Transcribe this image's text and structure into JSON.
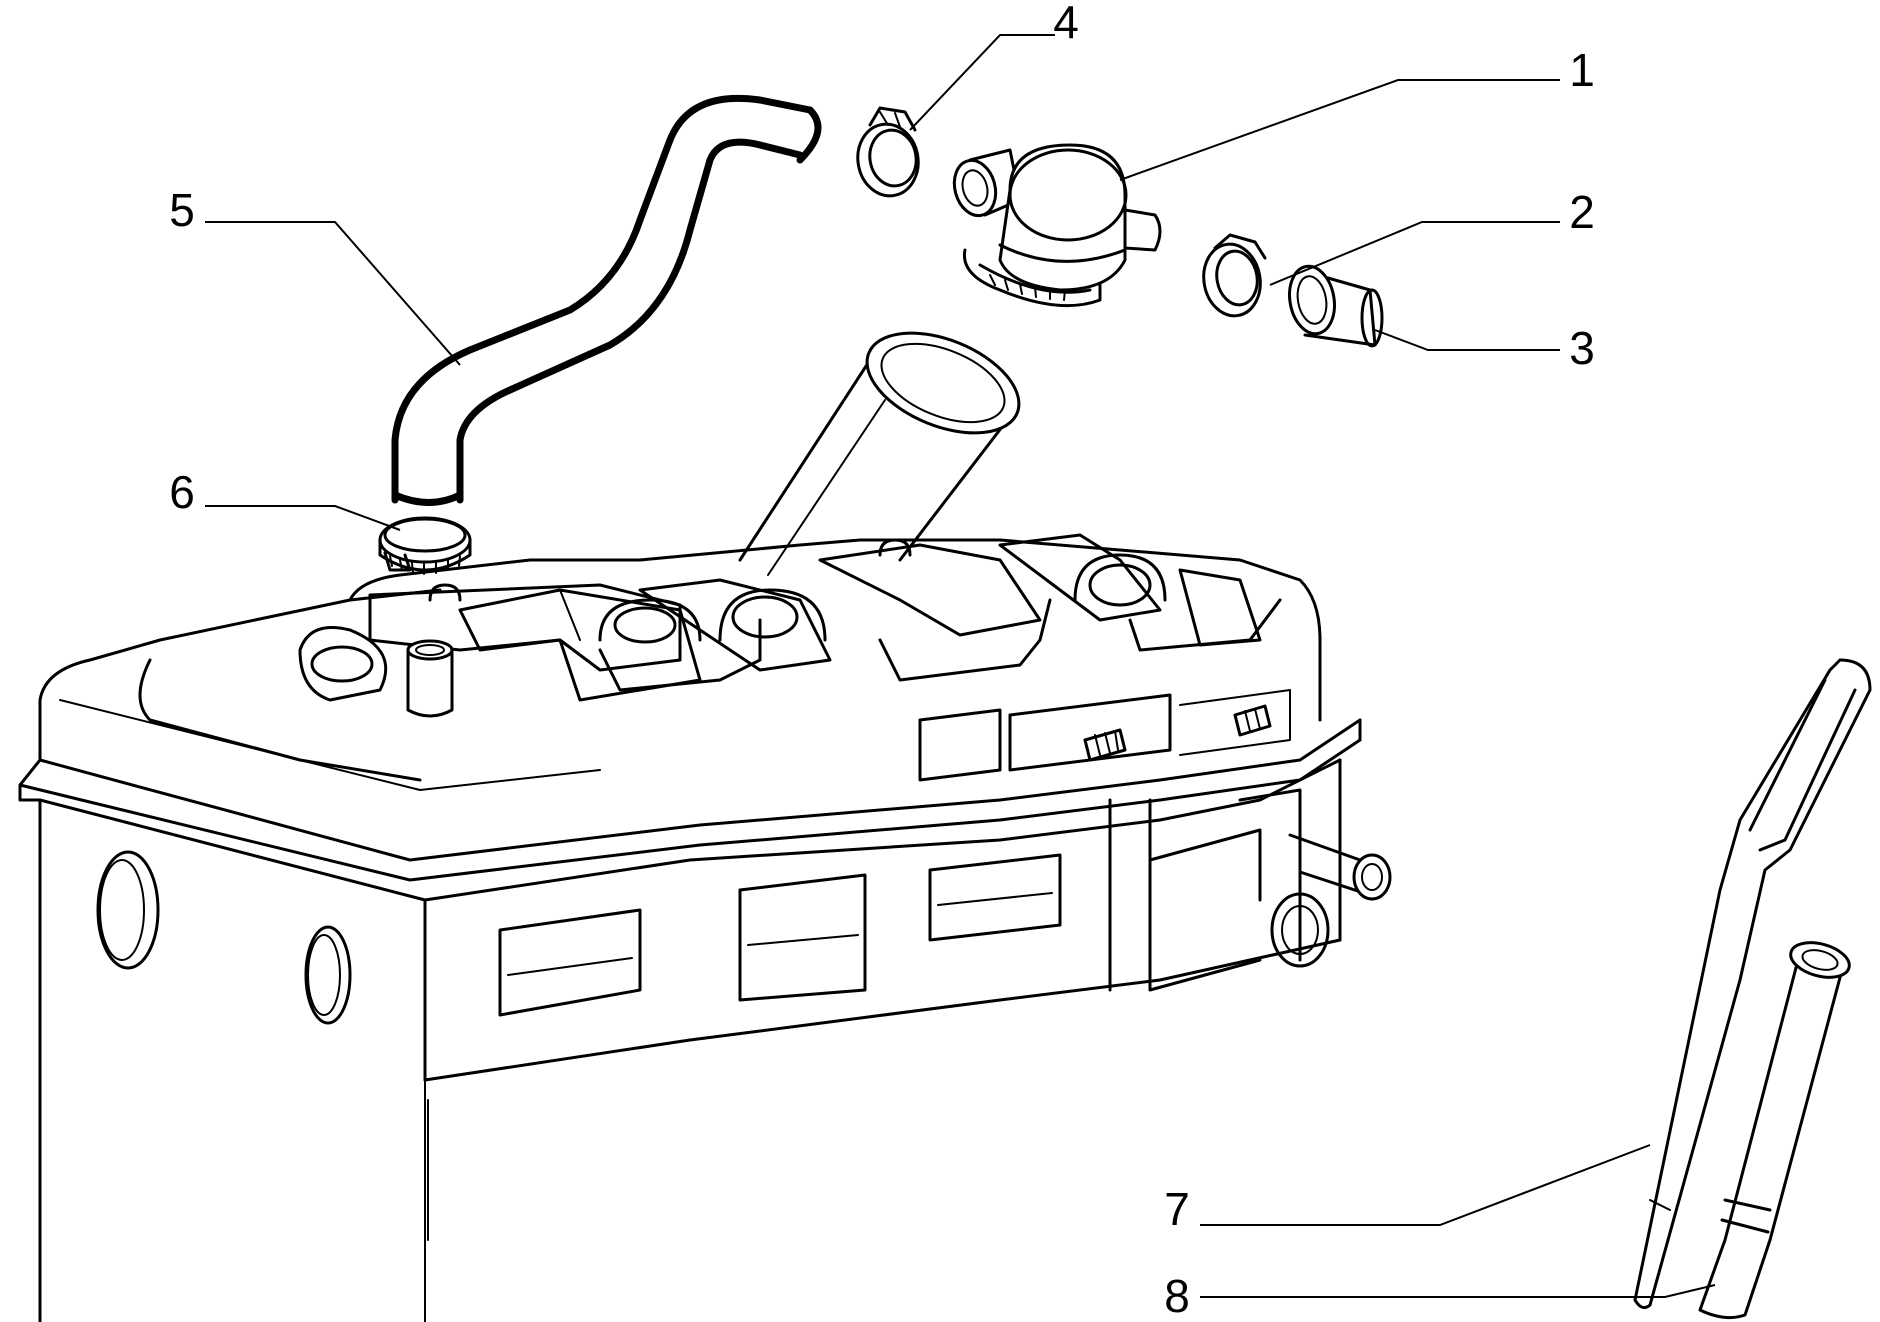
{
  "callouts": [
    {
      "id": "1",
      "text": "1",
      "part": "breather-valve"
    },
    {
      "id": "2",
      "text": "2",
      "part": "hose-clamp-small"
    },
    {
      "id": "3",
      "text": "3",
      "part": "hose-sleeve"
    },
    {
      "id": "4",
      "text": "4",
      "part": "hose-clamp-upper"
    },
    {
      "id": "5",
      "text": "5",
      "part": "breather-hose"
    },
    {
      "id": "6",
      "text": "6",
      "part": "hose-clamp-lower"
    },
    {
      "id": "7",
      "text": "7",
      "part": "oil-dipstick"
    },
    {
      "id": "8",
      "text": "8",
      "part": "dipstick-guide-tube"
    }
  ]
}
